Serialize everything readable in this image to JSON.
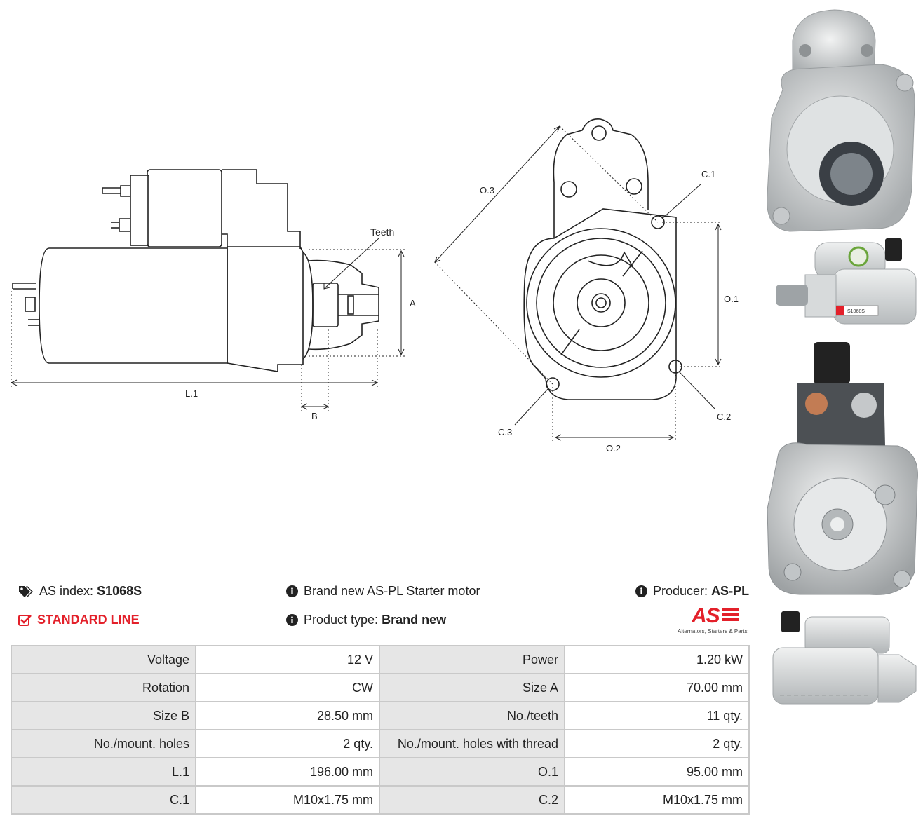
{
  "drawing": {
    "label_teeth": "Teeth",
    "label_a": "A",
    "label_b": "B",
    "label_l1": "L.1",
    "label_o1": "O.1",
    "label_o2": "O.2",
    "label_o3": "O.3",
    "label_c1": "C.1",
    "label_c2": "C.2",
    "label_c3": "C.3"
  },
  "info": {
    "index_label": "AS index:",
    "index_value": "S1068S",
    "description": "Brand new AS-PL Starter motor",
    "producer_label": "Producer:",
    "producer_value": "AS-PL",
    "line": "STANDARD LINE",
    "product_type_label": "Product type:",
    "product_type_value": "Brand new"
  },
  "logo": {
    "mark": "AS",
    "tagline": "Alternators, Starters & Parts",
    "color": "#e3202a"
  },
  "photos": {
    "label_top": "S1068S"
  },
  "specs": [
    [
      "Voltage",
      "12 V",
      "Power",
      "1.20 kW"
    ],
    [
      "Rotation",
      "CW",
      "Size A",
      "70.00 mm"
    ],
    [
      "Size B",
      "28.50 mm",
      "No./teeth",
      "11 qty."
    ],
    [
      "No./mount. holes",
      "2 qty.",
      "No./mount. holes with thread",
      "2 qty."
    ],
    [
      "L.1",
      "196.00 mm",
      "O.1",
      "95.00 mm"
    ],
    [
      "C.1",
      "M10x1.75 mm",
      "C.2",
      "M10x1.75 mm"
    ]
  ]
}
